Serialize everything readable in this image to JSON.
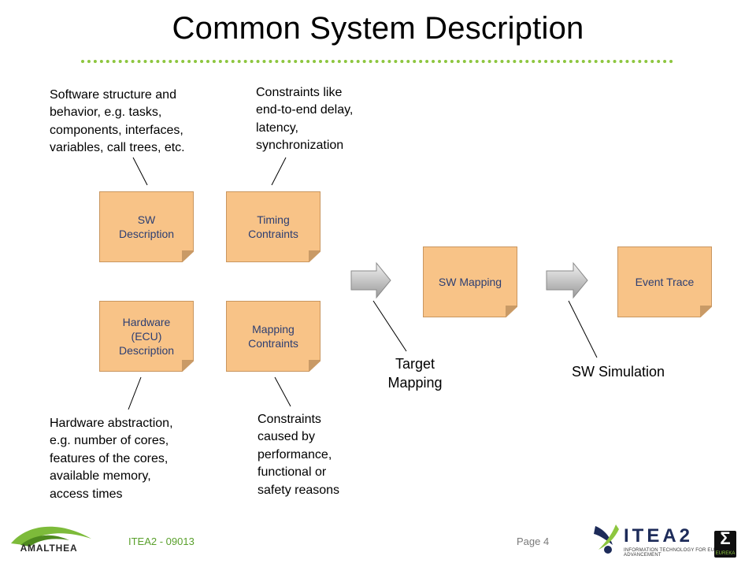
{
  "title": "Common System Description",
  "nodes": {
    "sw_description": "SW\nDescription",
    "timing_constraints": "Timing\nContraints",
    "hardware_description": "Hardware\n(ECU)\nDescription",
    "mapping_constraints": "Mapping\nContraints",
    "sw_mapping": "SW Mapping",
    "event_trace": "Event Trace"
  },
  "callouts": {
    "sw_structure": "Software structure and\nbehavior, e.g. tasks,\ncomponents, interfaces,\nvariables, call trees, etc.",
    "timing": "Constraints like\nend-to-end delay,\nlatency,\nsynchronization",
    "hardware": "Hardware abstraction,\ne.g. number of cores,\nfeatures of the cores,\navailable memory,\naccess times",
    "mapping": "Constraints\ncaused by\nperformance,\nfunctional or\nsafety reasons"
  },
  "steps": {
    "target_mapping": "Target\nMapping",
    "sw_simulation": "SW Simulation"
  },
  "footer": {
    "project_id": "ITEA2 - 09013",
    "page": "Page 4",
    "left_logo": "AMALTHEA",
    "right_logo": "ITEA2",
    "right_tagline": "INFORMATION TECHNOLOGY FOR EUROPEAN ADVANCEMENT",
    "eureka": "EUREKA"
  },
  "colors": {
    "note_fill": "#f8c387",
    "note_text": "#2c3e72",
    "divider": "#8dc63f",
    "footer_green": "#5aa02c"
  }
}
